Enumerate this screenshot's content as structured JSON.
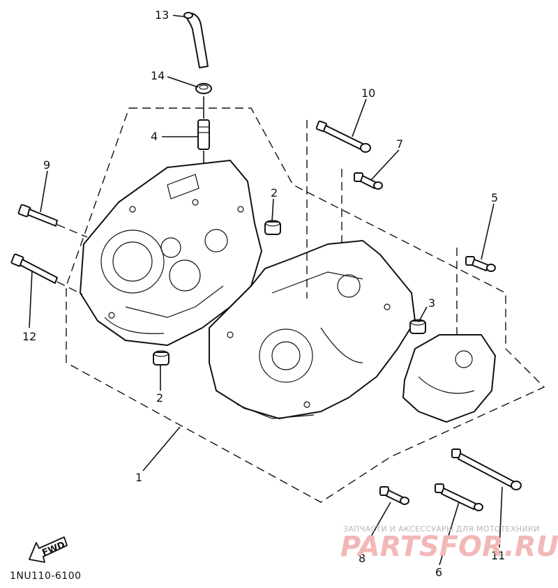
{
  "diagram": {
    "callouts": [
      "13",
      "14",
      "4",
      "9",
      "12",
      "2",
      "2",
      "10",
      "7",
      "5",
      "3",
      "1",
      "8",
      "6",
      "11"
    ],
    "figure_code": "1NU110-6100",
    "fwd_label": "FWD"
  },
  "watermark": {
    "tagline": "ЗАПЧАСТИ И АКСЕССУАРЫ ДЛЯ МОТОТЕХНИКИ",
    "brand": "PARTSFOR.RU"
  }
}
